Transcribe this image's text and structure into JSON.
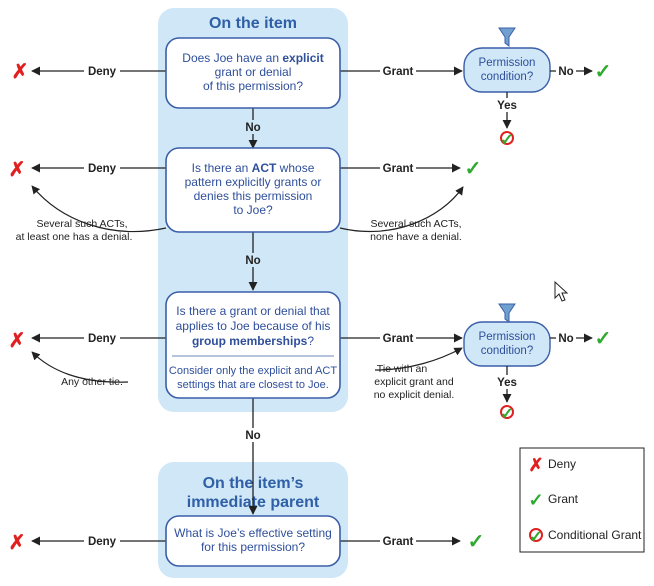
{
  "sections": {
    "on_item": "On the item",
    "parent_line1": "On the item’s",
    "parent_line2": "immediate parent"
  },
  "questions": {
    "q1": {
      "pre": "Does Joe have an ",
      "bold": "explicit",
      "line2": "grant or denial",
      "line3": "of this permission?"
    },
    "q2": {
      "pre": "Is there an ",
      "bold": "ACT",
      "post": " whose",
      "line2": "pattern explicitly grants or",
      "line3": "denies this permission",
      "line4": "to Joe?"
    },
    "q3": {
      "line1": "Is there a grant or denial that",
      "line2": "applies to Joe because of his",
      "bold": "group memberships",
      "post": "?",
      "sub1": "Consider only the explicit and ACT",
      "sub2": "settings that are closest to Joe."
    },
    "q4": {
      "line1": "What is Joe’s effective setting",
      "line2": "for this permission?"
    }
  },
  "labels": {
    "deny": "Deny",
    "grant": "Grant",
    "no": "No",
    "yes": "Yes"
  },
  "conditions": {
    "line1": "Permission",
    "line2": "condition?"
  },
  "notes": {
    "q2_left_1": "Several such ACTs,",
    "q2_left_2": "at least one has a denial.",
    "q2_right_1": "Several such ACTs,",
    "q2_right_2": "none have a denial.",
    "q3_left": "Any other tie.",
    "q3_right_1": "Tie with an",
    "q3_right_2": "explicit grant and",
    "q3_right_3": "no explicit denial."
  },
  "legend": {
    "deny": "Deny",
    "grant": "Grant",
    "conditional": "Conditional Grant"
  },
  "colors": {
    "panel": "#cfe7f7",
    "box_border": "#3a5fa8",
    "red": "#e02020",
    "green": "#2eaa2e"
  }
}
